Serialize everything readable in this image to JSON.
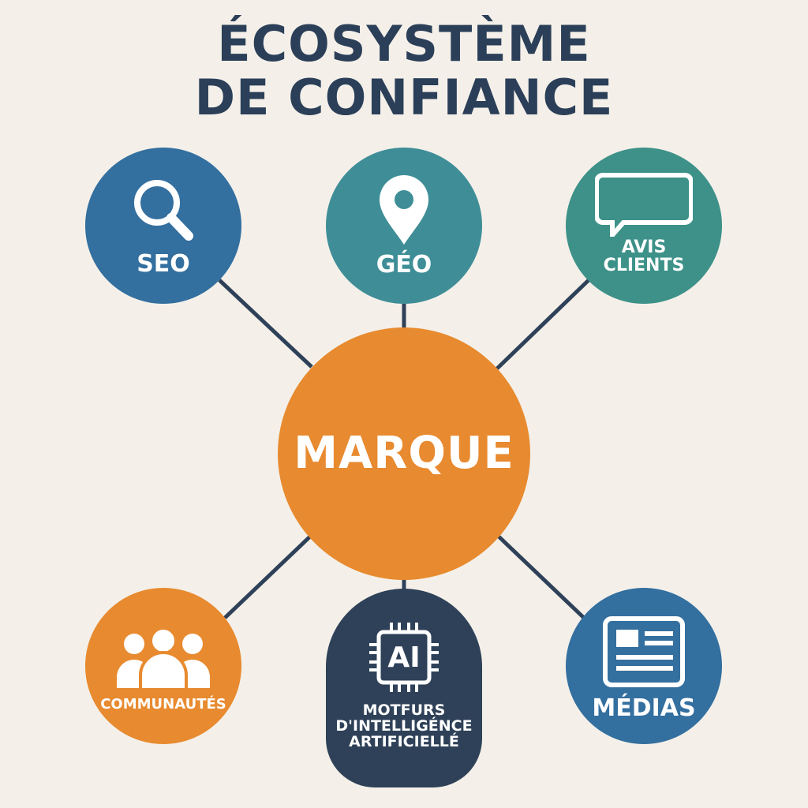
{
  "title": {
    "line1": "ÉCOSYSTÈME",
    "line2": "DE CONFIANCE"
  },
  "hub": {
    "label": "MARQUE",
    "color": "#e88a2f"
  },
  "nodes": {
    "seo": {
      "label": "SEO",
      "icon": "search-icon",
      "color": "#336f9f"
    },
    "geo": {
      "label": "GÉO",
      "icon": "map-pin-icon",
      "color": "#3f8e97"
    },
    "avis": {
      "line1": "AVIS",
      "line2": "CLIENTS",
      "icon": "review-stars-icon",
      "color": "#3d9188"
    },
    "communautes": {
      "label": "COMMUNAUTÉS",
      "icon": "people-group-icon",
      "color": "#e88a2f"
    },
    "ai": {
      "chip_text": "AI",
      "line1": "MOTFURS",
      "line2": "D'INTELLIGÉNCE",
      "line3": "ARTIFICIELLÉ",
      "icon": "ai-chip-icon",
      "color": "#2e4158"
    },
    "medias": {
      "label": "MÉDIAS",
      "icon": "newspaper-icon",
      "color": "#336f9f"
    }
  },
  "colors": {
    "background": "#f4f0e9",
    "title": "#2b3f58",
    "connector": "#2e4158"
  }
}
